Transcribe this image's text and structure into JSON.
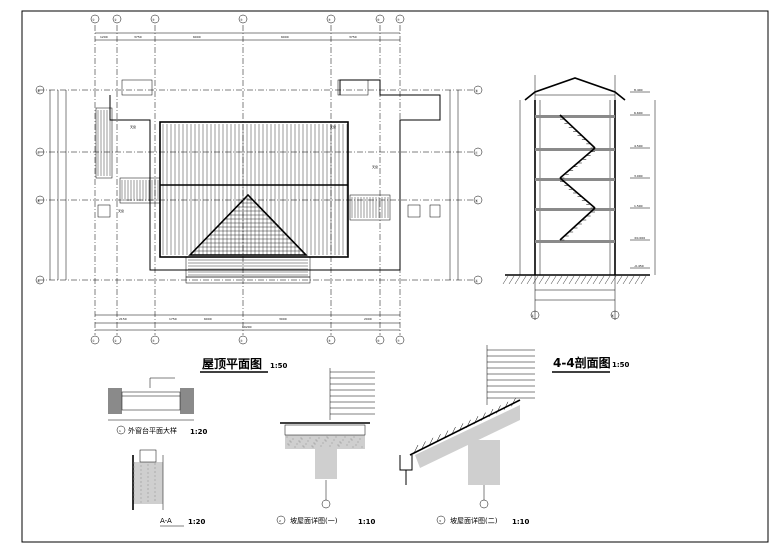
{
  "drawing": {
    "roof_plan": {
      "title": "屋顶平面图",
      "scale": "1:50",
      "col_axes": [
        "①",
        "②",
        "③",
        "④",
        "⑤",
        "⑥",
        "⑦"
      ],
      "row_axes": [
        "Ⓓ",
        "Ⓒ",
        "Ⓑ",
        "Ⓐ"
      ],
      "room_labels": [
        "天窗",
        "天窗",
        "天窗",
        "天窗"
      ],
      "dimensions_top": [
        "1200",
        "3750",
        "6000",
        "6000",
        "3750"
      ],
      "dimensions_bottom": [
        "2150",
        "1750",
        "6000",
        "3000",
        "2000"
      ],
      "overall": "19200"
    },
    "section": {
      "title": "4-4剖面图",
      "scale": "1:50",
      "axes": [
        "Ⓐ",
        "Ⓑ"
      ],
      "levels": [
        "8.400",
        "6.600",
        "4.500",
        "3.000",
        "1.500",
        "±0.000",
        "-0.450"
      ]
    },
    "details": [
      {
        "num": "1",
        "title": "外窗台平面大样",
        "scale": "1:20"
      },
      {
        "num": "",
        "title": "A-A",
        "scale": "1:20"
      },
      {
        "num": "2",
        "title": "坡屋面详图(一)",
        "scale": "1:10"
      },
      {
        "num": "3",
        "title": "坡屋面详图(二)",
        "scale": "1:10"
      }
    ]
  }
}
